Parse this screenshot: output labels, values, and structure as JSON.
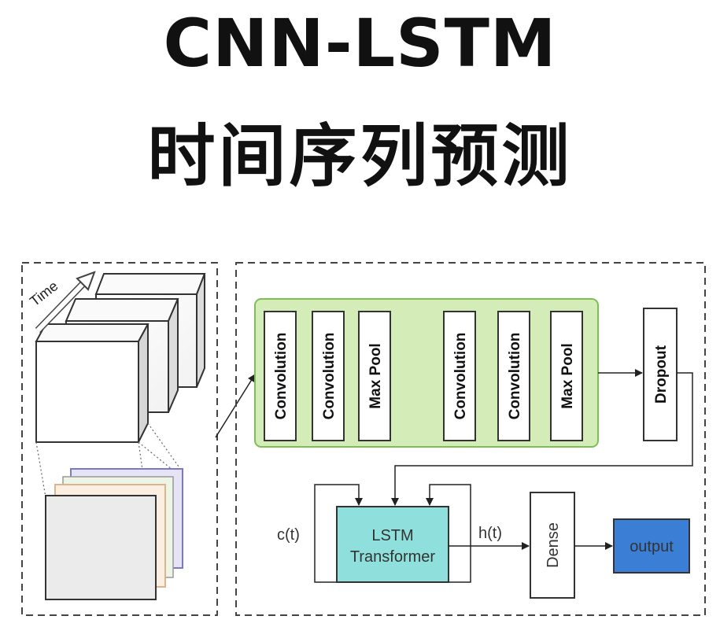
{
  "title": {
    "line1": "CNN-LSTM",
    "line2": "时间序列预测"
  },
  "input": {
    "time_label": "Time"
  },
  "cnn_block": {
    "layers": [
      "Convolution",
      "Convolution",
      "Max Pool",
      "Convolution",
      "Convolution",
      "Max Pool"
    ],
    "fill_color": "#d3ecb8",
    "border_color": "#7cbf55"
  },
  "dropout_label": "Dropout",
  "lstm": {
    "line1": "LSTM",
    "line2": "Transformer",
    "fill_color": "#8fe0dc"
  },
  "state_labels": {
    "cell": "c(t)",
    "hidden": "h(t)"
  },
  "dense_label": "Dense",
  "output": {
    "label": "output",
    "fill_color": "#3a7fd5"
  }
}
